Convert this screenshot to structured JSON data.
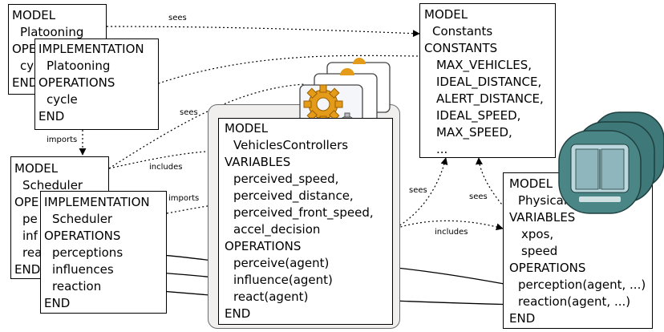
{
  "platooning_model": {
    "kw_model": "MODEL",
    "name": "Platooning",
    "kw_ops": "OPE",
    "op": "cy",
    "kw_end": "END"
  },
  "platooning_impl": {
    "kw_impl": "IMPLEMENTATION",
    "name": "Platooning",
    "kw_ops": "OPERATIONS",
    "op": "cycle",
    "kw_end": "END"
  },
  "scheduler_model": {
    "kw_model": "MODEL",
    "name": "Scheduler",
    "kw_ops": "OPE",
    "op1": "pe",
    "op2": "inf",
    "op3": "rea",
    "kw_end": "END"
  },
  "scheduler_impl": {
    "kw_impl": "IMPLEMENTATION",
    "name": "Scheduler",
    "kw_ops": "OPERATIONS",
    "op1": "perceptions",
    "op2": "influences",
    "op3": "reaction",
    "kw_end": "END"
  },
  "controllers": {
    "kw_model": "MODEL",
    "name": "VehiclesControllers",
    "kw_vars": "VARIABLES",
    "var1": "perceived_speed,",
    "var2": "perceived_distance,",
    "var3": "perceived_front_speed,",
    "var4": "accel_decision",
    "kw_ops": "OPERATIONS",
    "op1": "perceive(agent)",
    "op2": "influence(agent)",
    "op3": "react(agent)",
    "kw_end": "END"
  },
  "constants": {
    "kw_model": "MODEL",
    "name": "Constants",
    "kw_consts": "CONSTANTS",
    "c1": "MAX_VEHICLES,",
    "c2": "IDEAL_DISTANCE,",
    "c3": "ALERT_DISTANCE,",
    "c4": "IDEAL_SPEED,",
    "c5": "MAX_SPEED,",
    "c6": "..."
  },
  "physical": {
    "kw_model": "MODEL",
    "name": "PhysicalVehicles",
    "kw_vars": "VARIABLES",
    "var1": "xpos,",
    "var2": "speed",
    "kw_ops": "OPERATIONS",
    "op1": "perception(agent, ...)",
    "op2": "reaction(agent, ...)",
    "kw_end": "END"
  },
  "edge_labels": {
    "sees_top": "sees",
    "sees_mid": "sees",
    "imports_1": "imports",
    "includes_1": "includes",
    "imports_2": "imports",
    "sees_right": "sees",
    "includes_2": "includes",
    "sees_phys": "sees"
  },
  "icons": {
    "controller": "gear-icon",
    "vehicle": "vehicle-pod-icon"
  },
  "colors": {
    "border": "#000000",
    "controller_bg": "#f0efee",
    "gear": "#e49b1a",
    "pod": "#3e7878"
  }
}
